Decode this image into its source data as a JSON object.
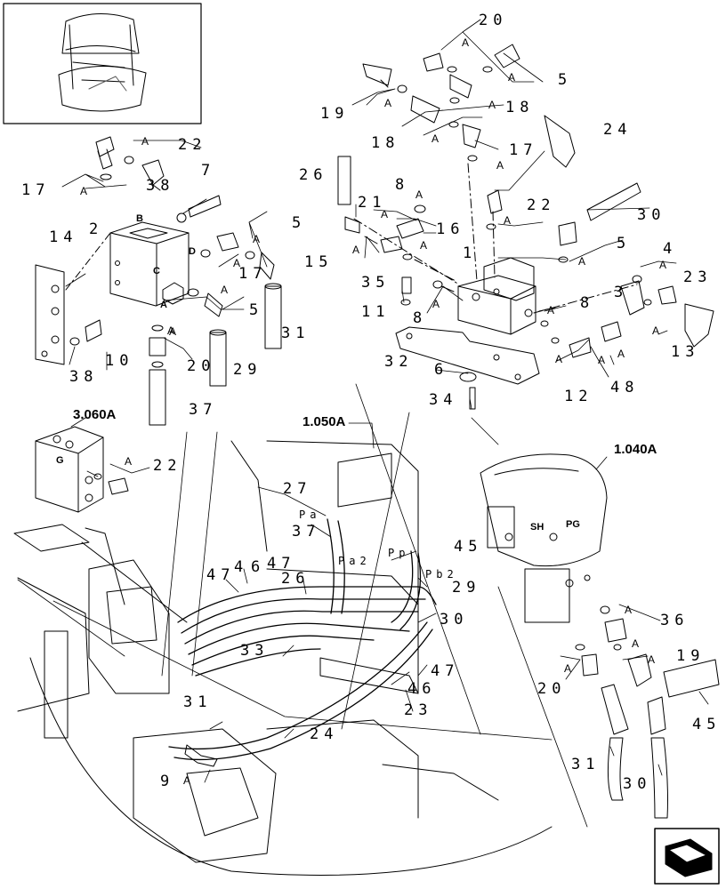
{
  "refs": {
    "r3060": "3.060A",
    "r1050": "1.050A",
    "r1040": "1.040A"
  },
  "labels": {
    "n20": "20",
    "n5a": "5",
    "n19": "19",
    "n18a": "18",
    "n18b": "18",
    "n17a": "17",
    "n24a": "24",
    "n17b": "17",
    "n22a": "22",
    "n38a": "38",
    "n7": "7",
    "n2": "2",
    "n14": "14",
    "n5b": "5",
    "n17c": "17",
    "n5c": "5",
    "n31a": "31",
    "n29a": "29",
    "n20b": "20",
    "n37a": "37",
    "n38b": "38",
    "n10": "10",
    "n26a": "26",
    "n21": "21",
    "n8a": "8",
    "n16": "16",
    "n15": "15",
    "n22b": "22",
    "n30a": "30",
    "n5d": "5",
    "n4a": "4",
    "n1": "1",
    "n35": "35",
    "n11": "11",
    "n8b": "8",
    "n3": "3",
    "n8c": "8",
    "n23a": "23",
    "n13": "13",
    "n32": "32",
    "n6": "6",
    "n34": "34",
    "n12": "12",
    "n48": "48",
    "n22c": "22",
    "n27": "27",
    "n37b": "37",
    "n45a": "45",
    "n47a": "47",
    "n4b": "4",
    "n6b": "6",
    "n47b": "47",
    "n26b": "26",
    "n29b": "29",
    "n33": "33",
    "n30b": "30",
    "n47c": "47",
    "n46": "46",
    "n23b": "23",
    "n31b": "31",
    "n24b": "24",
    "n9": "9",
    "n36": "36",
    "n19b": "19",
    "n20c": "20",
    "n45b": "45",
    "n31c": "31",
    "n30c": "30"
  },
  "ports": {
    "B": "B",
    "C": "C",
    "D": "D",
    "A": "A",
    "G": "G",
    "SH": "SH",
    "PG": "PG"
  },
  "pilot": {
    "pa": "Pa",
    "pa2": "Pa2",
    "pp": "Pp",
    "pb2": "Pb2"
  },
  "a_tag": "A"
}
